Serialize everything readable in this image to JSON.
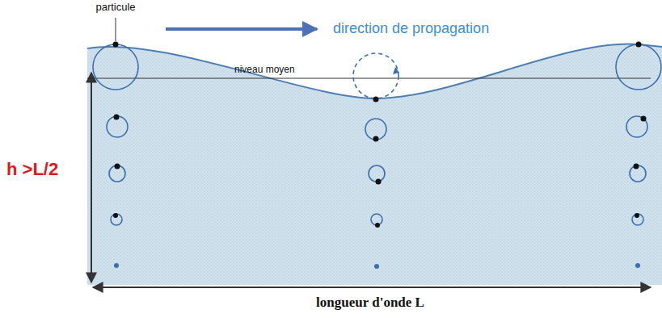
{
  "diagram": {
    "labels": [
      "particule",
      "direction de propagation",
      "niveau moyen",
      "h >L/2",
      "longueur d'onde L"
    ]
  }
}
